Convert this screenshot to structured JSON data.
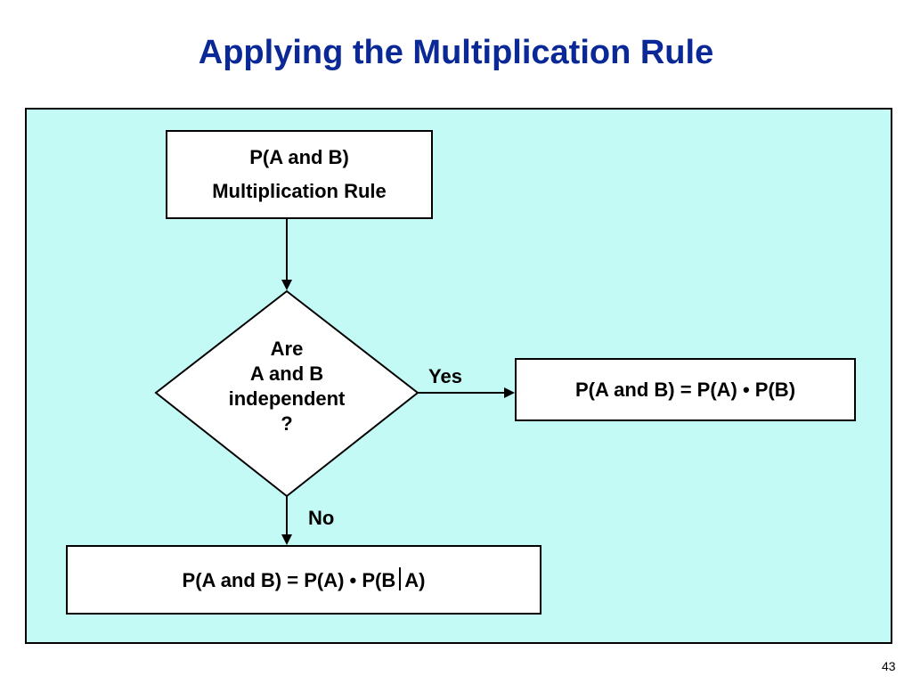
{
  "slide": {
    "title": "Applying the Multiplication Rule",
    "page_number": "43"
  },
  "flowchart": {
    "start_box": {
      "line1": "P(A and B)",
      "line2": "Multiplication Rule"
    },
    "decision": {
      "line1": "Are",
      "line2": "A and B",
      "line3": "independent",
      "line4": "?"
    },
    "yes_label": "Yes",
    "no_label": "No",
    "yes_result": "P(A and B) = P(A) • P(B)",
    "no_result": {
      "before_bar": "P(A and B) = P(A) • P(B",
      "after_bar": "A)"
    }
  },
  "colors": {
    "title": "#0a2896",
    "panel_background": "#c4faf5",
    "box_background": "#ffffff",
    "border": "#000000"
  }
}
